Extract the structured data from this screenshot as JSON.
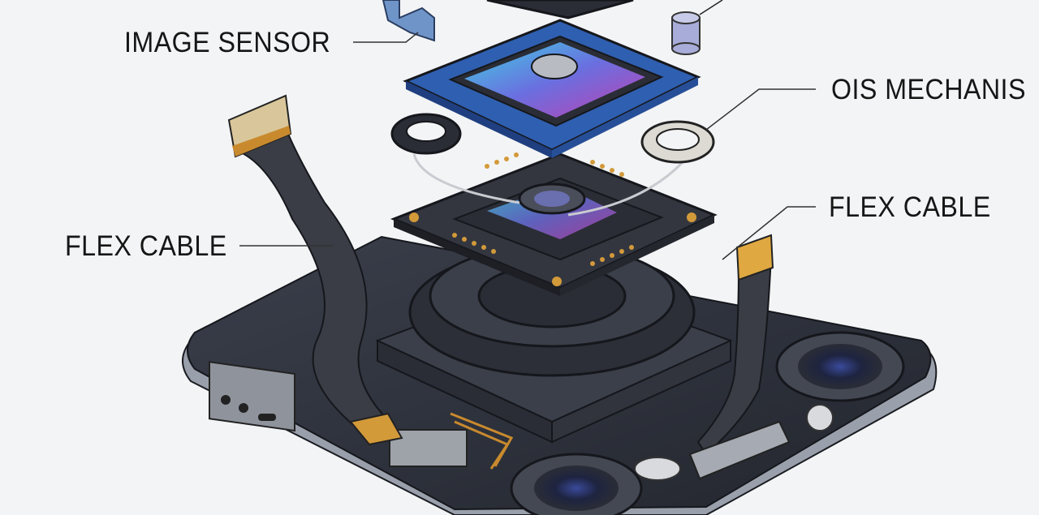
{
  "labels": {
    "image_sensor": "IMAGE SENSOR",
    "ois_mechanism": "OIS MECHANIS",
    "flex_cable_left": "FLEX CABLE",
    "flex_cable_right": "FLEX CABLE"
  },
  "colors": {
    "background": "#f3f4f5",
    "board": "#2b2f3a",
    "sensor_board": "#2f5fb0",
    "gold": "#d39a3a",
    "text": "#161616"
  }
}
